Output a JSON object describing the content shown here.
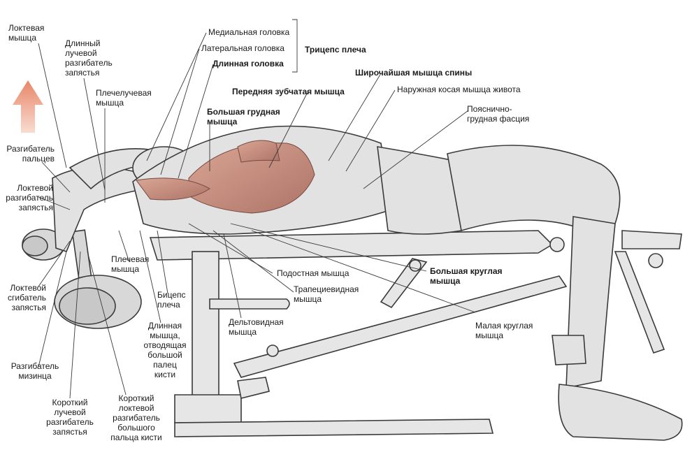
{
  "labels": {
    "lokt_myshca": "Локтевая\nмышца",
    "dl_luch_razg": "Длинный\nлучевой\nразгибатель\nзапястья",
    "plecheluch": "Плечелучевая\nмышца",
    "razg_palcev": "Разгибатель\nпальцев",
    "lokt_razg_zap": "Локтевой\nразгибатель\nзапястья",
    "plechevaya": "Плечевая\nмышца",
    "lokt_sgib": "Локтевой\nсгибатель\nзапястья",
    "biceps": "Бицепс\nплеча",
    "razg_mizinca": "Разгибатель\nмизинца",
    "dl_otvod": "Длинная\nмышца,\nотводящая\nбольшой\nпалец\nкисти",
    "kor_luch_razg": "Короткий\nлучевой\nразгибатель\nзапястья",
    "kor_lokt_razg": "Короткий\nлоктевой\nразгибатель\nбольшого\nпальца кисти",
    "medial": "Медиальная головка",
    "lateral": "Латеральная головка",
    "dlinnaya": "Длинная головка",
    "triceps": "Трицепс плеча",
    "shirochaish": "Широчайшая мышца спины",
    "perednyaya_zub": "Передняя зубчатая мышца",
    "naruzh_kosaya": "Наружная косая мышца живота",
    "bolsh_grud": "Большая грудная\nмышца",
    "poyasn_grud": "Пояснично-\nгрудная фасция",
    "podostnaya": "Подостная мышца",
    "bolsh_kruglaya": "Большая круглая\nмышца",
    "trapec": "Трапециевидная\nмышца",
    "deltoid": "Дельтовидная\nмышца",
    "malaya_kruglaya": "Малая круглая\nмышца"
  },
  "colors": {
    "arrow_top": "#e8866a",
    "arrow_bottom": "#f6d2c2",
    "muscle": "#c98c78",
    "line": "#3a3a3a"
  }
}
